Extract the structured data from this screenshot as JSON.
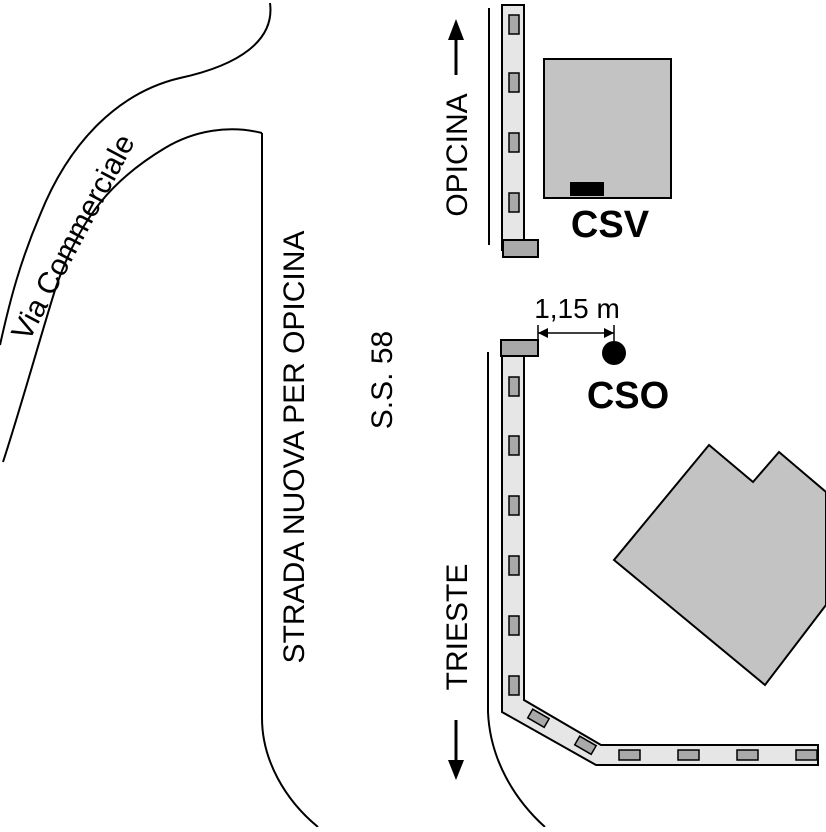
{
  "map": {
    "roads": {
      "via_commerciale": "Via Commerciale",
      "strada_nuova": "STRADA NUOVA PER OPICINA",
      "ss58": "S.S. 58"
    },
    "directions": {
      "north": "OPICINA",
      "south": "TRIESTE"
    },
    "stations": {
      "csv": "CSV",
      "cso": "CSO"
    },
    "measurement": {
      "distance": "1,15 m"
    },
    "colors": {
      "building": "#c3c3c3",
      "wall": "#e6e6e6",
      "post": "#a9a9a9",
      "ink": "#000000"
    }
  }
}
